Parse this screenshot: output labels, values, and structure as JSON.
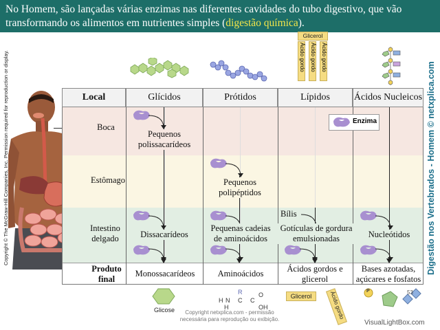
{
  "header": {
    "text_before": "No Homem, são lançadas várias enzimas nas diferentes cavidades do tubo digestivo, que vão transformando os alimentos em nutrientes simples (",
    "highlight": "digestão química",
    "text_after": ")."
  },
  "side": {
    "copyright_left": "Copyright © The McGraw-Hill Companies, Inc. Permission required for reproduction or display.",
    "site_right": "Digestão nos Vertebrados - Homem © netxplica.com"
  },
  "top_molecules": {
    "glicerol": "Glicerol",
    "acido_gordo": "Ácido gordo"
  },
  "table": {
    "headers": [
      "Local",
      "Glícidos",
      "Prótidos",
      "Lípidos",
      "Ácidos Nucleicos"
    ],
    "legend_enzima": "Enzima",
    "rows": {
      "boca": "Boca",
      "estomago": "Estômago",
      "intestino": "Intestino\ndelgado",
      "produto": "Produto\nfinal"
    },
    "cells": {
      "pequenos_polissacarideos": "Pequenos\npolissacarídeos",
      "pequenos_polipeptidos": "Pequenos\npolipéptidos",
      "dissacarideos": "Dissacarídeos",
      "pequenas_cadeias": "Pequenas cadeias\nde aminoácidos",
      "bilis": "Bílis",
      "goticulas": "Gotículas de gordura\nemulsionadas",
      "nucleotidos": "Nucleótidos",
      "monossacarideos": "Monossacarídeos",
      "aminoacidos": "Aminoácidos",
      "acidos_gordos_glicerol": "Ácidos gordos e\nglicerol",
      "bases": "Bases azotadas,\naçúcares e fosfatos"
    }
  },
  "bottom": {
    "glicose": "Glicose",
    "glicerol": "Glicerol",
    "acido_gordo": "Ácido gordo",
    "p_label": "P",
    "amino_R": "R",
    "amino_H": "H",
    "amino_N": "N",
    "amino_C": "C",
    "amino_O": "O",
    "amino_OH": "OH",
    "watermark": "Copyright netxplica.com - permissão\nnecessária para reprodução ou exibição.",
    "page_number": "53",
    "visual_lightbox": "VisualLightBox.com"
  },
  "colors": {
    "header_bg": "#1d6e68",
    "highlight": "#f3e64a",
    "row_boca": "#f6e7e1",
    "row_estomago": "#fbf6e3",
    "row_intestino": "#e2eee3",
    "enzyme": "#a88fd0"
  }
}
